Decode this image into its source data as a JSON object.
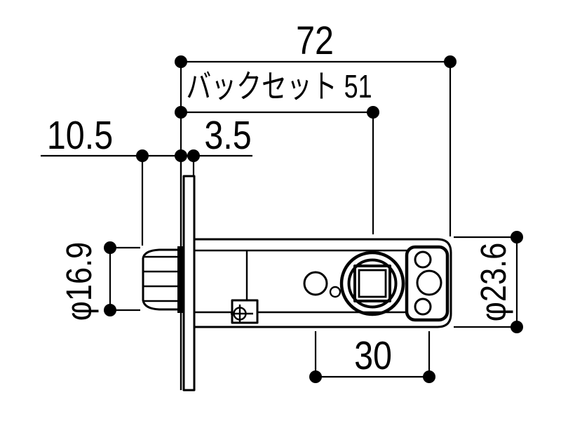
{
  "drawing": {
    "type": "technical-dimension-drawing",
    "subject": "tubular-latch-side-view"
  },
  "colors": {
    "line": "#000000",
    "background": "#ffffff"
  },
  "dimensions": {
    "overall_length": "72",
    "backset_label": "バックセット 51",
    "bolt_projection": "10.5",
    "faceplate_thickness": "3.5",
    "bolt_diameter": "φ16.9",
    "case_diameter": "φ23.6",
    "hole_pitch": "30"
  }
}
